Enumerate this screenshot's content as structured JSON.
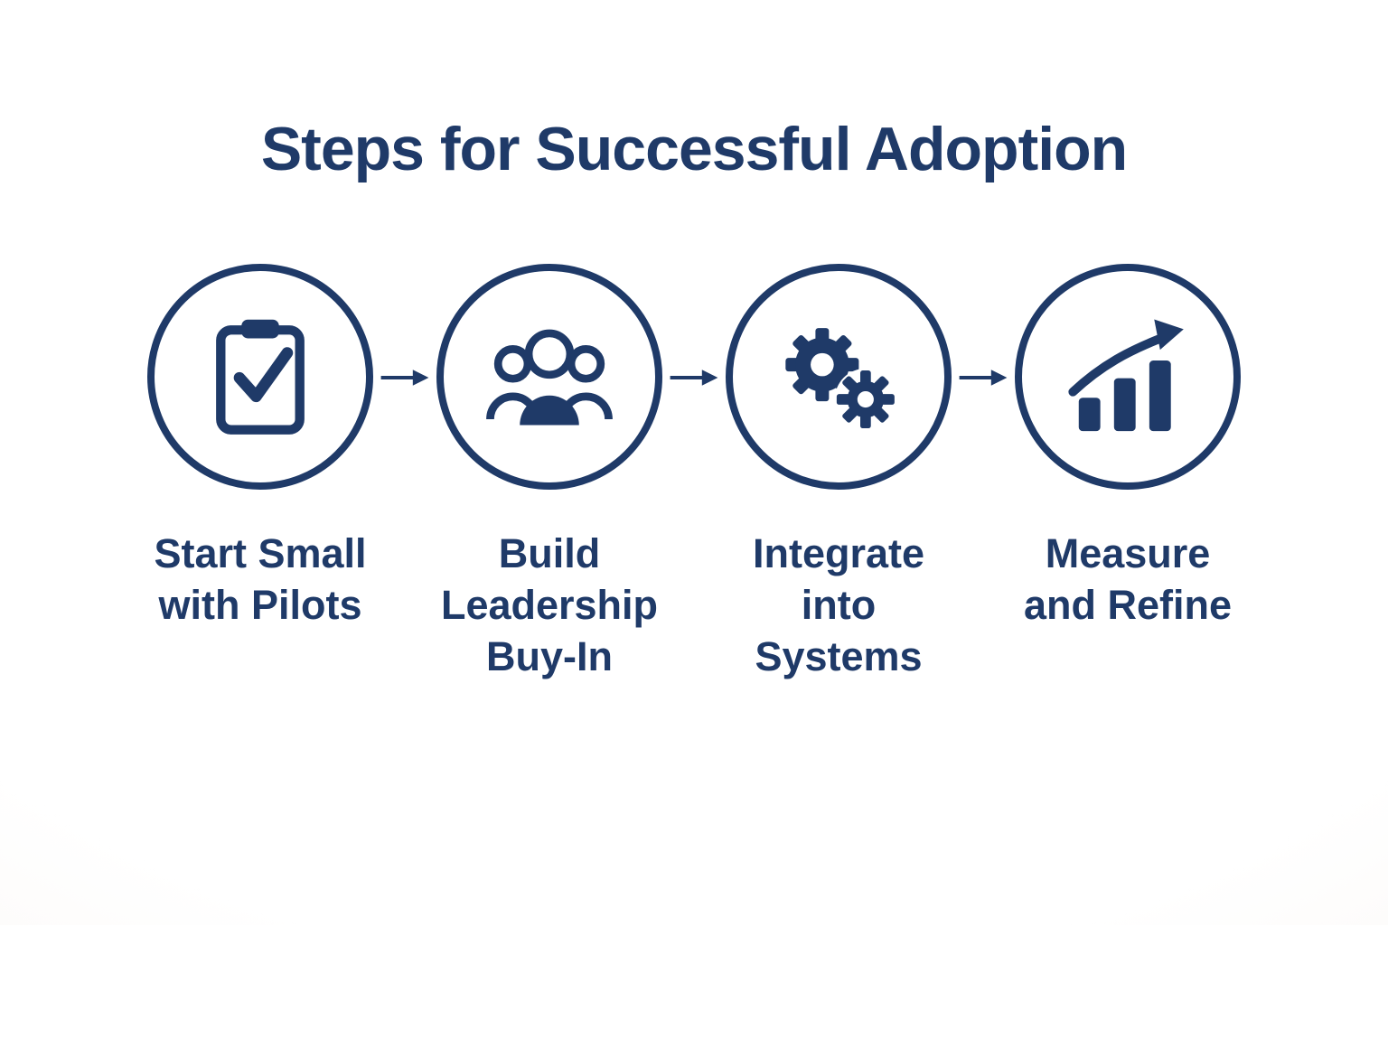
{
  "title": "Steps for Successful Adoption",
  "colors": {
    "primary": "#1f3a68",
    "background": "#fbf9f6",
    "circle_fill": "#ffffff"
  },
  "flow": {
    "connector_icon": "arrow-right-icon"
  },
  "steps": [
    {
      "icon": "clipboard-check-icon",
      "label": "Start Small\nwith Pilots"
    },
    {
      "icon": "team-icon",
      "label": "Build\nLeadership\nBuy-In"
    },
    {
      "icon": "gears-icon",
      "label": "Integrate\ninto\nSystems"
    },
    {
      "icon": "growth-chart-icon",
      "label": "Measure\nand Refine"
    }
  ]
}
